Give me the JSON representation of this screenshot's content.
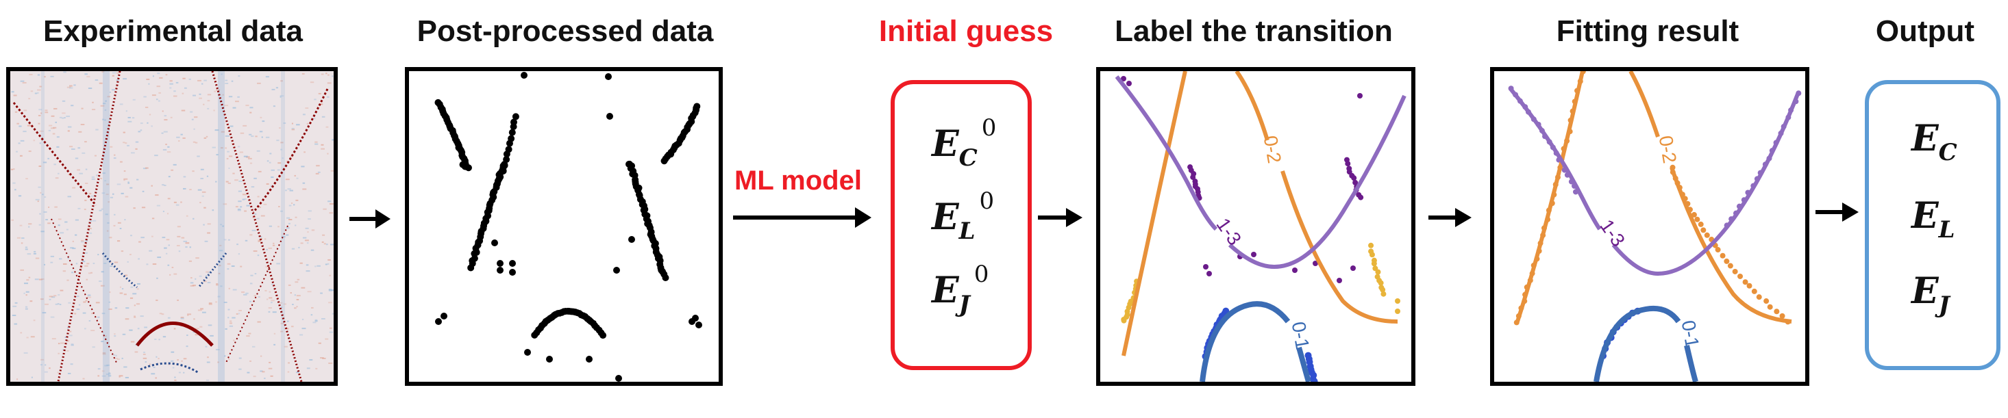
{
  "titles": {
    "experimental": "Experimental data",
    "postprocessed": "Post-processed data",
    "initial_guess": "Initial guess",
    "label_transition": "Label the transition",
    "fitting_result": "Fitting result",
    "output": "Output"
  },
  "arrow_label": "ML model",
  "initial_guess": {
    "params": [
      {
        "sym": "E",
        "sub": "C",
        "sup": "0"
      },
      {
        "sym": "E",
        "sub": "L",
        "sup": "0"
      },
      {
        "sym": "E",
        "sub": "J",
        "sup": "0"
      }
    ]
  },
  "output": {
    "params": [
      {
        "sym": "E",
        "sub": "C"
      },
      {
        "sym": "E",
        "sub": "L"
      },
      {
        "sym": "E",
        "sub": "J"
      }
    ]
  },
  "transition_labels": {
    "t02": "0-2",
    "t13": "1-3",
    "t01": "0-1"
  },
  "colors": {
    "accent_red": "#ee1c25",
    "output_blue": "#5b9bd5",
    "orange": "#e8913a",
    "lavender": "#8e6bbf",
    "purple": "#6a1b8a",
    "blue": "#2f4fd0",
    "steel_blue": "#3b6cb4",
    "dark_red": "#8b0000"
  }
}
